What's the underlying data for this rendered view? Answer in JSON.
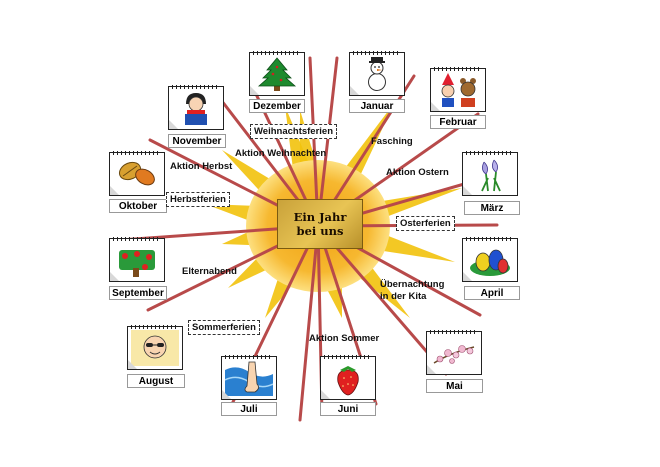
{
  "title": "Ein Jahr bei uns",
  "colors": {
    "sun_center": "#f0a010",
    "sun_edge": "#fde080",
    "ray": "#b84a4a",
    "arrow": "#f2c20c"
  },
  "months": [
    {
      "label": "Dezember",
      "icon": "christmas-tree-icon"
    },
    {
      "label": "Januar",
      "icon": "snowman-icon"
    },
    {
      "label": "Februar",
      "icon": "carnival-costumes-icon"
    },
    {
      "label": "November",
      "icon": "child-with-scarf-icon"
    },
    {
      "label": "Oktober",
      "icon": "autumn-leaves-icon"
    },
    {
      "label": "März",
      "icon": "crocus-flower-icon"
    },
    {
      "label": "September",
      "icon": "apple-tree-icon"
    },
    {
      "label": "April",
      "icon": "easter-eggs-icon"
    },
    {
      "label": "August",
      "icon": "sun-with-sunglasses-icon"
    },
    {
      "label": "Mai",
      "icon": "blossom-branch-icon"
    },
    {
      "label": "Juli",
      "icon": "foot-in-water-icon"
    },
    {
      "label": "Juni",
      "icon": "strawberry-icon"
    }
  ],
  "events": [
    {
      "label": "Weihnachtsferien",
      "boxed": true
    },
    {
      "label": "Aktion Weihnachten",
      "boxed": false
    },
    {
      "label": "Fasching",
      "boxed": false
    },
    {
      "label": "Aktion Herbst",
      "boxed": false
    },
    {
      "label": "Aktion Ostern",
      "boxed": false
    },
    {
      "label": "Herbstferien",
      "boxed": true
    },
    {
      "label": "Osterferien",
      "boxed": true
    },
    {
      "label": "Elternabend",
      "boxed": false
    },
    {
      "label": "Übernachtung",
      "boxed": false
    },
    {
      "label": "in der Kita",
      "boxed": false
    },
    {
      "label": "Sommerferien",
      "boxed": true
    },
    {
      "label": "Aktion Sommer",
      "boxed": false
    }
  ]
}
